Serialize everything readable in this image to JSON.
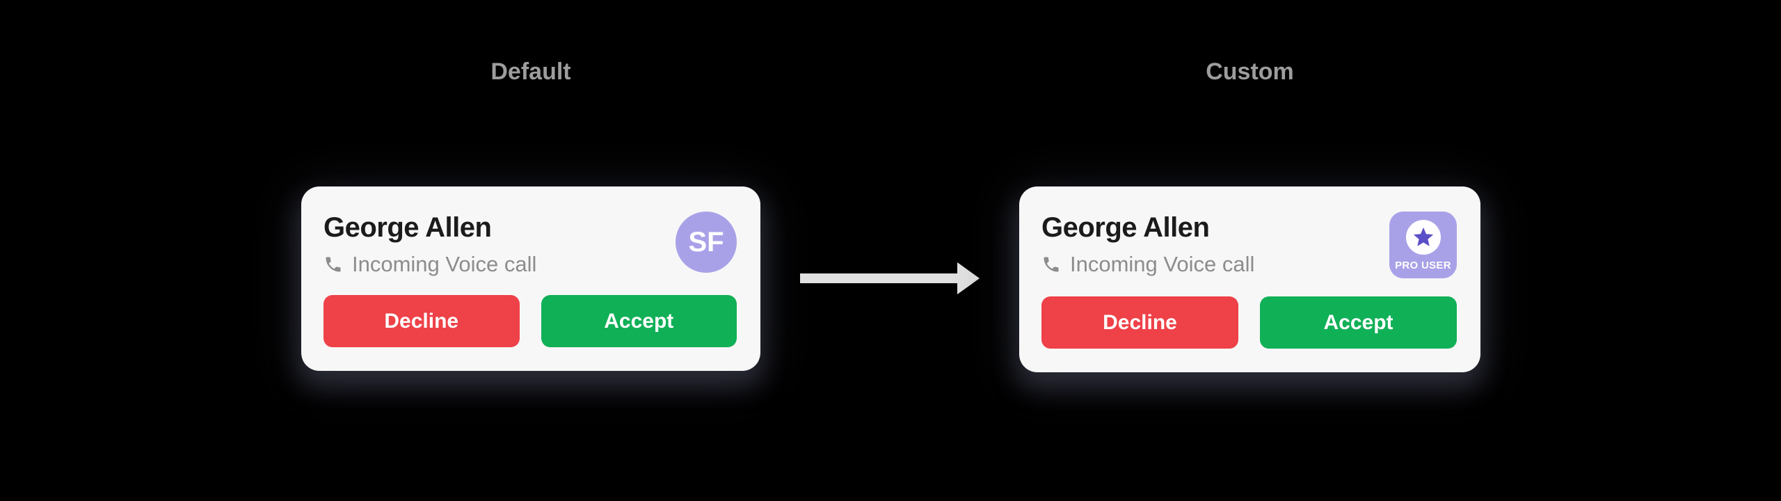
{
  "sections": {
    "left_label": "Default",
    "right_label": "Custom"
  },
  "cards": {
    "left": {
      "title": "George Allen",
      "subtitle": "Incoming Voice call",
      "decline": "Decline",
      "accept": "Accept",
      "avatar_initials": "SF"
    },
    "right": {
      "title": "George Allen",
      "subtitle": "Incoming Voice call",
      "decline": "Decline",
      "accept": "Accept",
      "badge_label": "PRO USER"
    }
  },
  "icons": {
    "phone": "phone-icon",
    "star": "star-icon",
    "arrow": "right-arrow"
  },
  "colors": {
    "background": "#000000",
    "card_background": "#f7f7f7",
    "title_text": "#1b1b1b",
    "subtitle_text": "#8c8c8c",
    "section_label": "#9d9d9d",
    "decline_red": "#ee4148",
    "accept_green": "#10b057",
    "avatar_purple": "#a9a1e8",
    "star_purple": "#5b4fc8",
    "arrow_gray": "#e1e1e1"
  }
}
